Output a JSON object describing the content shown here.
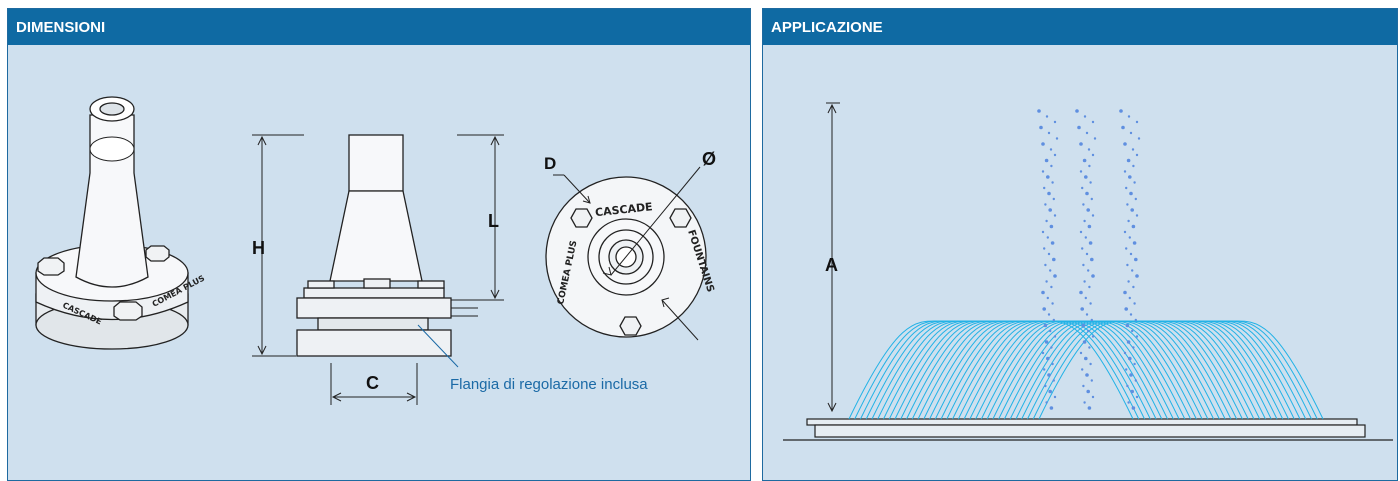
{
  "panels": {
    "left": {
      "title": "DIMENSIONI"
    },
    "right": {
      "title": "APPLICAZIONE"
    }
  },
  "dimensions": {
    "height_label": "H",
    "length_label": "L",
    "width_label": "C",
    "flange_label": "D",
    "diameter_label": "Ø",
    "application_height_label": "A"
  },
  "callout": "Flangia di regolazione inclusa",
  "rim_text": {
    "top": "CASCADE",
    "left": "COMEA PLUS",
    "right": "FOUNTAINS"
  },
  "colors": {
    "header_bg": "#0f6aa3",
    "panel_bg": "#cfe0ee",
    "water": "#22b2e6",
    "callout": "#1b6aa6"
  }
}
